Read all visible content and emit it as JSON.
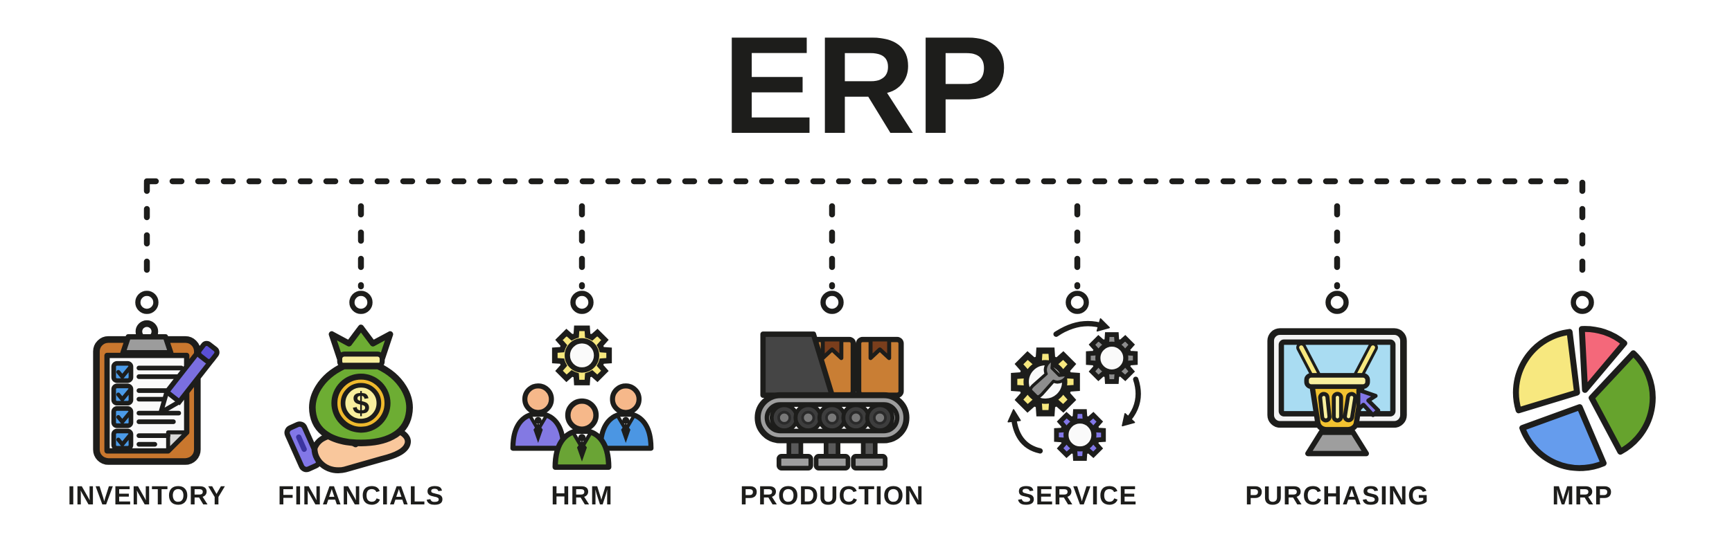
{
  "title": "ERP",
  "palette": {
    "ink": "#1d1d1b",
    "paper": "#fafafa",
    "foldGray": "#d8d8d8",
    "clipboardBrown": "#c9772e",
    "clipGray": "#9c9c9c",
    "checkboxBlue": "#4b9be8",
    "pencilPurple": "#7a6fe0",
    "pencilDark": "#5a4fd4",
    "bagGreen": "#6dad33",
    "coinGold": "#efb92d",
    "paleYellow": "#f8ef9e",
    "skin": "#f9c79c",
    "headSkin": "#f6b88a",
    "sleevePurple": "#8277e8",
    "gearYellow": "#f7e87f",
    "gearGray": "#8d8d8d",
    "gearPurple": "#8277e8",
    "wrenchGray": "#8d8d8d",
    "personPurple": "#8379e3",
    "personBlue": "#4b96e3",
    "personGreen": "#6aa435",
    "machineDark": "#454545",
    "beltGray": "#9e9e9e",
    "rollerDark": "#3d3d3d",
    "rollerGray": "#787878",
    "legGray": "#5a5a5a",
    "boxOrange": "#c97e34",
    "boxFlap": "#7a3e1c",
    "monitorWhite": "#f4f4f4",
    "screenBlue": "#a9dcf2",
    "basketYellow": "#f2c230",
    "standGray": "#9e9e9e",
    "pieYellow": "#f7e87f",
    "pieRed": "#f4687a",
    "pieGreen": "#66a32d",
    "pieBlue": "#659ced"
  },
  "modules": [
    {
      "id": "inventory",
      "label": "INVENTORY",
      "icon": "clipboard-checklist-icon"
    },
    {
      "id": "financials",
      "label": "FINANCIALS",
      "icon": "money-bag-in-hand-icon",
      "coin_symbol": "$"
    },
    {
      "id": "hrm",
      "label": "HRM",
      "icon": "team-with-gear-icon"
    },
    {
      "id": "production",
      "label": "PRODUCTION",
      "icon": "conveyor-belt-icon"
    },
    {
      "id": "service",
      "label": "SERVICE",
      "icon": "gears-cycle-icon"
    },
    {
      "id": "purchasing",
      "label": "PURCHASING",
      "icon": "online-shopping-monitor-icon"
    },
    {
      "id": "mrp",
      "label": "MRP",
      "icon": "pie-chart-icon"
    }
  ]
}
